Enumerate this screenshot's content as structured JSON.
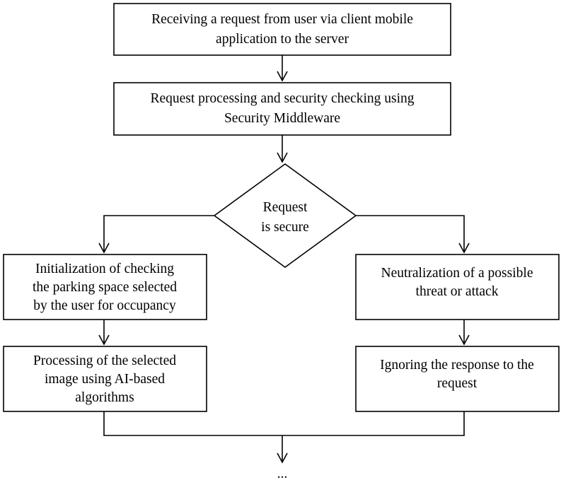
{
  "nodes": {
    "receive_request": {
      "lines": [
        "Receiving a request from user via client mobile",
        "application to the server"
      ]
    },
    "request_processing": {
      "lines": [
        "Request processing and security checking using",
        "Security Middleware"
      ]
    },
    "decision": {
      "lines": [
        "Request",
        "is secure"
      ]
    },
    "init_check": {
      "lines": [
        "Initialization of checking",
        "the parking space selected",
        "by the user for occupancy"
      ]
    },
    "process_image": {
      "lines": [
        "Processing of the selected",
        "image using AI-based",
        "algorithms"
      ]
    },
    "neutralization": {
      "lines": [
        "Neutralization of a possible",
        "threat or attack"
      ]
    },
    "ignore_response": {
      "lines": [
        "Ignoring the response to the",
        "request"
      ]
    }
  },
  "continuation": "..."
}
